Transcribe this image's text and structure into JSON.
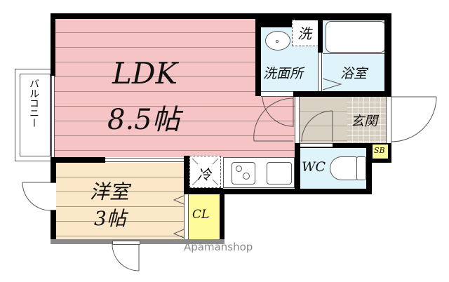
{
  "floorplan": {
    "rooms": {
      "ldk": {
        "name": "LDK",
        "size": "8.5帖",
        "color": "#f7c4c6"
      },
      "western_room": {
        "name": "洋室",
        "size": "3帖",
        "color": "#fbe8c8"
      },
      "washroom": {
        "name": "洗面所",
        "color": "#dff3fb"
      },
      "bathroom": {
        "name": "浴室",
        "color": "#dff3fb"
      },
      "entrance": {
        "name": "玄関",
        "color": "#d6cfc1"
      },
      "toilet": {
        "name": "WC",
        "color": "#dff3fb"
      },
      "closet": {
        "name": "CL",
        "color": "#fdfb9a"
      },
      "balcony": {
        "name": "バルコニー"
      }
    },
    "fixtures": {
      "washer": "洗",
      "fridge": "冷",
      "shoe_box": "SB"
    },
    "watermark": "Apamanshop"
  }
}
